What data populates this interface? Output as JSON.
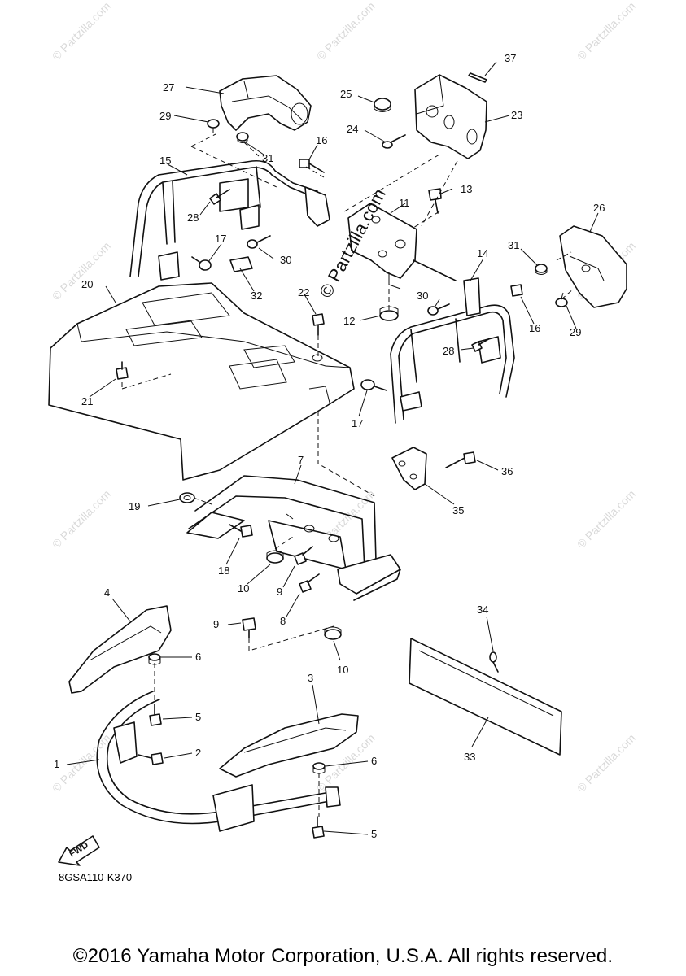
{
  "watermark": "© Partzilla.com",
  "center_watermark": "© Partzilla.com",
  "fwd_label": "FWD",
  "diagram_code": "8GSA110-K370",
  "copyright": "©2016 Yamaha Motor Corporation, U.S.A. All rights reserved.",
  "callouts": {
    "p1": "1",
    "p2": "2",
    "p3": "3",
    "p4": "4",
    "p5a": "5",
    "p5b": "5",
    "p6a": "6",
    "p6b": "6",
    "p7": "7",
    "p8": "8",
    "p9a": "9",
    "p9b": "9",
    "p10a": "10",
    "p10b": "10",
    "p11": "11",
    "p12": "12",
    "p13": "13",
    "p14": "14",
    "p15": "15",
    "p16a": "16",
    "p16b": "16",
    "p17a": "17",
    "p17b": "17",
    "p18": "18",
    "p19": "19",
    "p20": "20",
    "p21": "21",
    "p22": "22",
    "p23": "23",
    "p24": "24",
    "p25": "25",
    "p26": "26",
    "p27": "27",
    "p28a": "28",
    "p28b": "28",
    "p29a": "29",
    "p29b": "29",
    "p30a": "30",
    "p30b": "30",
    "p31a": "31",
    "p31b": "31",
    "p32": "32",
    "p33": "33",
    "p34": "34",
    "p35": "35",
    "p36": "36",
    "p37": "37"
  }
}
